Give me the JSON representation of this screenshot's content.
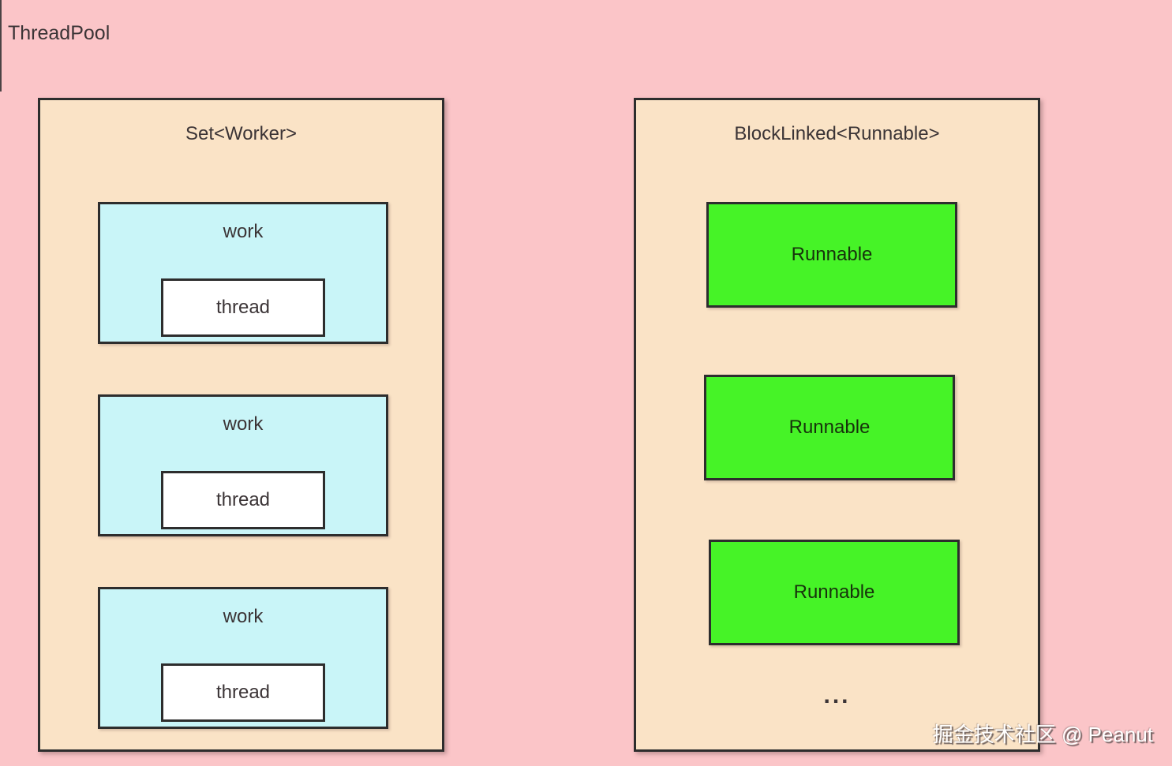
{
  "page": {
    "title": "ThreadPool"
  },
  "colors": {
    "background": "#fbc5c8",
    "panel": "#fae3c6",
    "work": "#c9f5f8",
    "thread": "#ffffff",
    "runnable": "#46f327",
    "border": "#2d2d2d"
  },
  "left_panel": {
    "title": "Set<Worker>",
    "workers": [
      {
        "label": "work",
        "thread_label": "thread"
      },
      {
        "label": "work",
        "thread_label": "thread"
      },
      {
        "label": "work",
        "thread_label": "thread"
      }
    ]
  },
  "right_panel": {
    "title": "BlockLinked<Runnable>",
    "items": [
      {
        "label": "Runnable"
      },
      {
        "label": "Runnable"
      },
      {
        "label": "Runnable"
      }
    ],
    "ellipsis": "..."
  },
  "watermark": "掘金技术社区 @ Peanut"
}
